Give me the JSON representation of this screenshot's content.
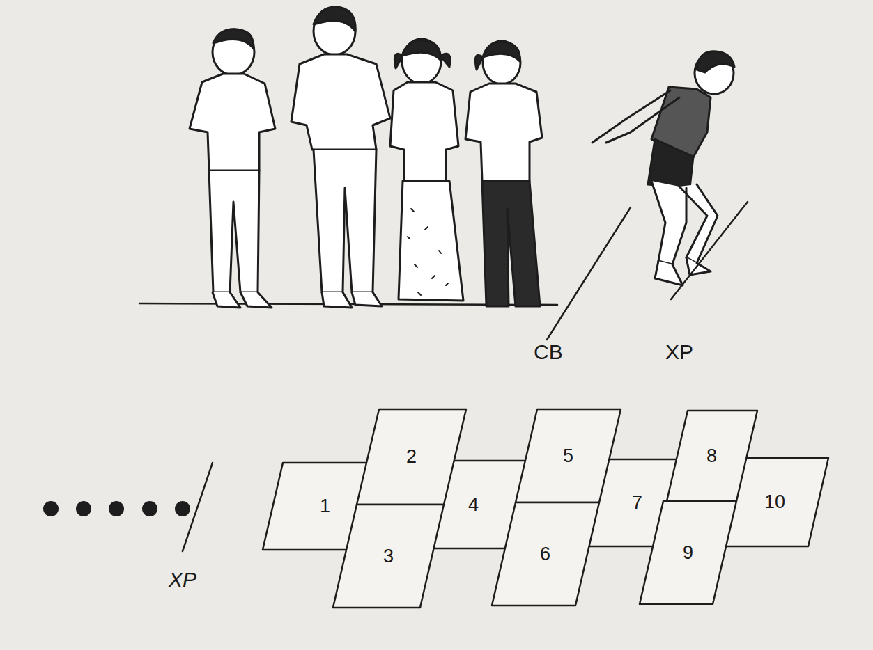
{
  "diagram": {
    "nodes": [
      {
        "text": [
          "1"
        ]
      },
      {
        "text": [
          "2"
        ]
      },
      {
        "text": [
          "3"
        ]
      },
      {
        "text": [
          "4"
        ]
      },
      {
        "text": [
          "5"
        ]
      },
      {
        "text": [
          "6"
        ]
      },
      {
        "text": [
          "7"
        ]
      },
      {
        "text": [
          "8"
        ]
      },
      {
        "text": [
          "9"
        ]
      },
      {
        "text": [
          "10"
        ]
      }
    ],
    "labels": [
      "CB",
      "XP",
      "XP"
    ]
  }
}
